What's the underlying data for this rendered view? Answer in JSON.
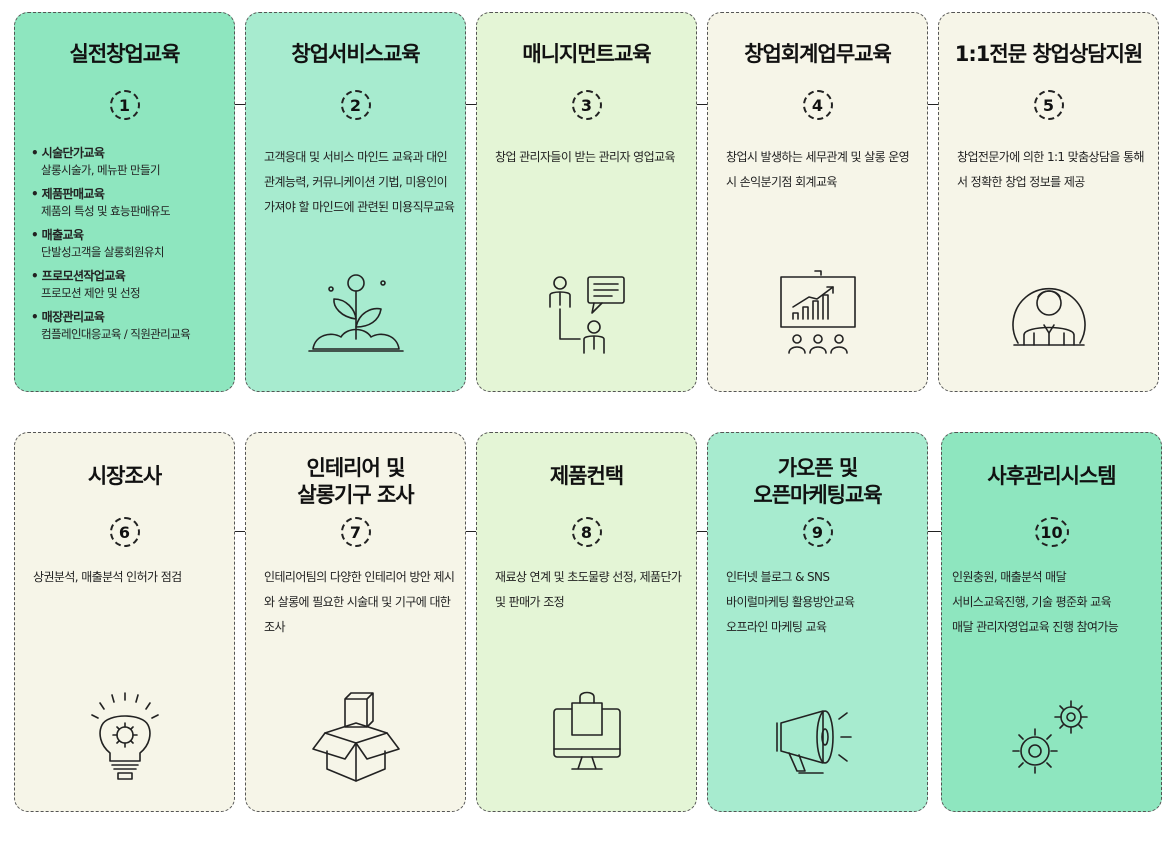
{
  "cards": [
    {
      "title": "실전창업교육",
      "num": "1",
      "items": [
        {
          "h": "시술단가교육",
          "s": "살롱시술가, 메뉴판 만들기"
        },
        {
          "h": "제품판매교육",
          "s": "제품의 특성 및 효능판매유도"
        },
        {
          "h": "매출교육",
          "s": "단발성고객을 살롱회원유치"
        },
        {
          "h": "프로모션작업교육",
          "s": "프로모션 제안 및 선정"
        },
        {
          "h": "매장관리교육",
          "s": "컴플레인대응교육 / 직원관리교육"
        }
      ]
    },
    {
      "title": "창업서비스교육",
      "num": "2",
      "desc": "고객응대 및 서비스 마인드 교육과 대인관계능력, 커뮤니케이션 기법, 미용인이 가져야 할 마인드에 관련된 미용직무교육",
      "icon": "plant-icon"
    },
    {
      "title": "매니지먼트교육",
      "num": "3",
      "desc": "창업 관리자들이 받는 관리자 영업교육",
      "icon": "consulting-icon"
    },
    {
      "title": "창업회계업무교육",
      "num": "4",
      "desc": "창업시 발생하는 세무관계 및 살롱 운영 시 손익분기점 회계교육",
      "icon": "presentation-icon"
    },
    {
      "title": "1:1전문 창업상담지원",
      "num": "5",
      "desc": "창업전문가에 의한 1:1 맞춤상담을 통해서 정확한 창업 정보를 제공",
      "icon": "advisor-icon"
    },
    {
      "title": "시장조사",
      "num": "6",
      "desc": "상권분석, 매출분석 인허가 점검",
      "icon": "lightbulb-icon"
    },
    {
      "title": "인테리어 및\n살롱기구 조사",
      "num": "7",
      "desc": "인테리어팀의 다양한 인테리어 방안 제시와 살롱에 필요한 시술대 및 기구에 대한 조사",
      "icon": "box-icon"
    },
    {
      "title": "제품컨택",
      "num": "8",
      "desc": "재료상 연계 및 초도물량 선정, 제품단가 및 판매가 조정",
      "icon": "monitor-shopping-icon"
    },
    {
      "title": "가오픈 및\n오픈마케팅교육",
      "num": "9",
      "desc": "인터넷 블로그 & SNS\n바이럴마케팅 활용방안교육\n오프라인 마케팅 교육",
      "icon": "megaphone-icon"
    },
    {
      "title": "사후관리시스템",
      "num": "10",
      "desc": "인원충원, 매출분석 매달\n서비스교육진행, 기술 평준화 교육\n매달 관리자영업교육 진행 참여가능",
      "icon": "gears-icon"
    }
  ],
  "colors": {
    "green_strong": "#8ee6bf",
    "green_mid": "#a7ebcf",
    "green_pale": "#e4f5d6",
    "cream": "#f6f5e8"
  }
}
